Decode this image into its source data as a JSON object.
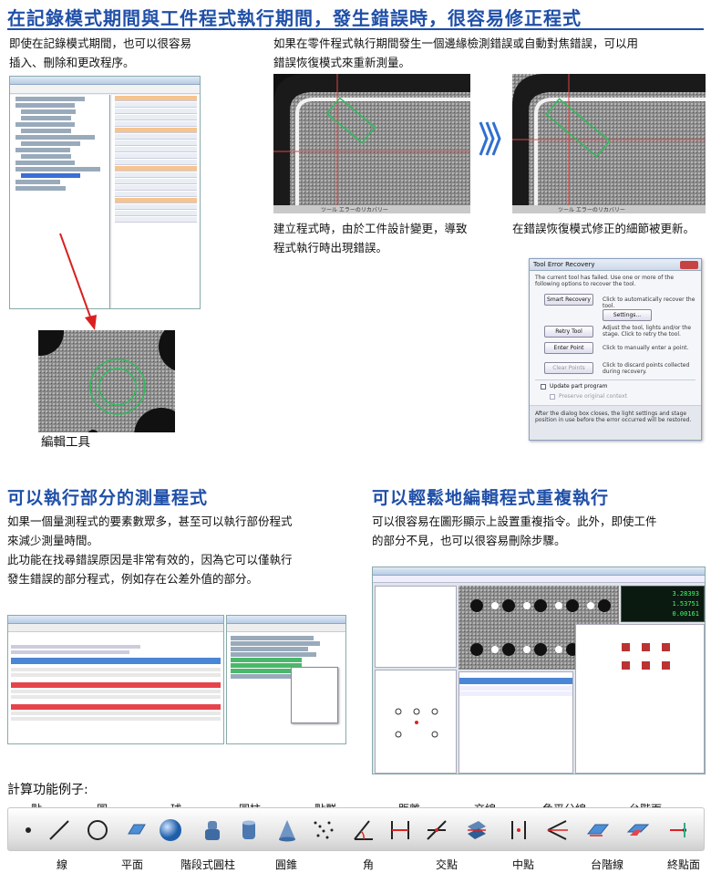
{
  "section1": {
    "title": "在記錄模式期間與工件程式執行期間，發生錯誤時，很容易修正程式",
    "left_text": [
      "即使在記錄模式期間，也可以很容易",
      "插入、刪除和更改程序。"
    ],
    "right_text": [
      "如果在零件程式執行期間發生一個邊緣檢測錯誤或自動對焦錯誤，可以用",
      "錯誤恢復模式來重新測量。"
    ],
    "caption_before": [
      "建立程式時，由於工件設計變更，導致",
      "程式執行時出現錯誤。"
    ],
    "caption_after": "在錯誤恢復模式修正的細節被更新。",
    "edit_tool_caption": "編輯工具",
    "overlay_text": "ツール エラーのリカバリー"
  },
  "dialog": {
    "title": "Tool Error Recovery",
    "intro": "The current tool has failed. Use one or more of the following options to recover the tool.",
    "buttons": [
      {
        "label": "Smart Recovery",
        "desc": "Click to automatically recover the tool."
      },
      {
        "label": "Settings...",
        "desc": ""
      },
      {
        "label": "Retry Tool",
        "desc": "Adjust the tool, lights and/or the stage. Click to retry the tool."
      },
      {
        "label": "Enter Point",
        "desc": "Click to manually enter a point."
      },
      {
        "label": "Clear Points",
        "desc": "Click to discard points collected during recovery."
      }
    ],
    "checkbox1": "Update part program",
    "checkbox2": "Preserve original context",
    "footer": "After the dialog box closes, the light settings and stage position in use before the error occurred will be restored."
  },
  "section2": {
    "title": "可以執行部分的測量程式",
    "text": [
      "如果一個量測程式的要素數眾多，甚至可以執行部份程式",
      "來減少測量時間。",
      "此功能在找尋錯誤原因是非常有效的，因為它可以僅執行",
      "發生錯誤的部分程式，例如存在公差外值的部分。"
    ]
  },
  "section3": {
    "title": "可以輕鬆地編輯程式重複執行",
    "text": [
      "可以很容易在圖形顯示上設置重複指令。此外，即使工件",
      "的部分不見，也可以很容易刪除步驟。"
    ],
    "dro_values": [
      "3.28393",
      "1.53751",
      "0.00161"
    ]
  },
  "calc": {
    "title": "計算功能例子:",
    "top_labels": [
      "點",
      "圓",
      "球",
      "圓柱",
      "點群",
      "距離",
      "交線",
      "角平分線",
      "台階面"
    ],
    "bottom_labels": [
      "線",
      "平面",
      "階段式圓柱",
      "圓錐",
      "角",
      "交點",
      "中點",
      "台階線",
      "終點面"
    ],
    "icons": [
      "point-icon",
      "line-icon",
      "circle-icon",
      "plane-icon",
      "sphere-icon",
      "stepped-cylinder-icon",
      "cylinder-icon",
      "cone-icon",
      "point-cloud-icon",
      "angle-icon",
      "distance-icon",
      "intersection-icon",
      "intersection-line-icon",
      "midpoint-icon",
      "bisector-icon",
      "step-line-icon",
      "step-plane-icon",
      "endpoint-plane-icon"
    ]
  },
  "colors": {
    "accent": "#1f4fa8",
    "arrow": "#d92020",
    "chevron": "#2f6fd0"
  }
}
